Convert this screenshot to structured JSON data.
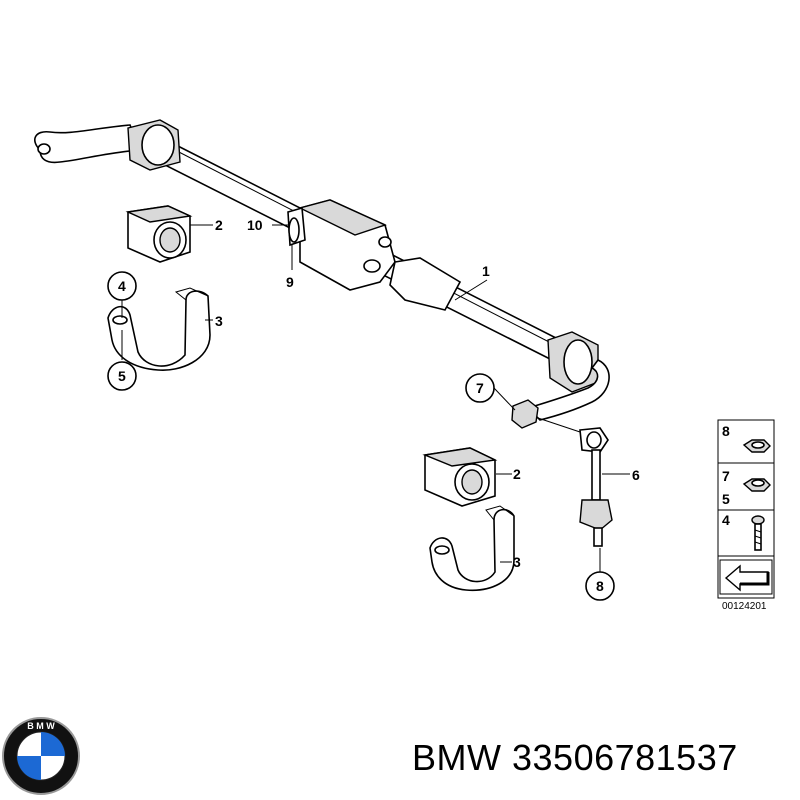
{
  "diagram": {
    "callouts": [
      "1",
      "2",
      "3",
      "4",
      "5",
      "6",
      "7",
      "8",
      "9",
      "10"
    ],
    "legend": {
      "items": [
        "8",
        "7",
        "5",
        "4"
      ],
      "reference_code": "00124201"
    }
  },
  "footer": {
    "brand": "BMW",
    "part_number": "33506781537"
  },
  "logo": {
    "text": "B M W"
  },
  "colors": {
    "line": "#000000",
    "shade": "#d9d9d9",
    "bmw_blue": "#1c69d4"
  }
}
